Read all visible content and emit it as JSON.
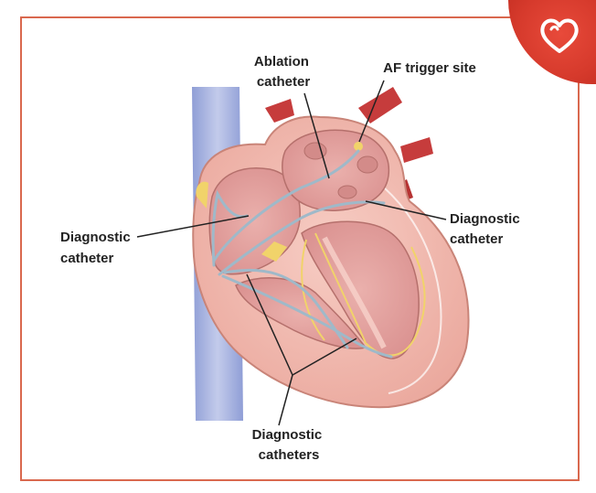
{
  "labels": {
    "ablation": [
      "Ablation",
      "catheter"
    ],
    "af_trigger": "AF trigger site",
    "diag_left": [
      "Diagnostic",
      "catheter"
    ],
    "diag_right": [
      "Diagnostic",
      "catheter"
    ],
    "diag_bottom": [
      "Diagnostic",
      "catheters"
    ]
  },
  "colors": {
    "frame": "#d9684e",
    "badge": "#d63a2c",
    "myocardium": "#f2b9ae",
    "chamber": "#e39d9b",
    "vessel_blue": "#a9b5de",
    "vessel_red": "#c63c3c",
    "catheter": "#9fb9c9",
    "conduction": "#f1d36a",
    "leader_line": "#222222"
  },
  "icons": {
    "logo": "heart-outline-icon"
  }
}
